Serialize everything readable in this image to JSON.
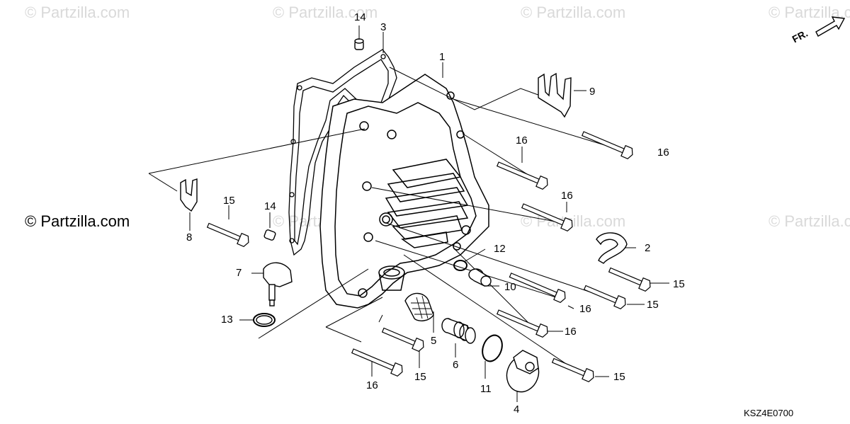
{
  "watermarks": {
    "brand": "© Partzilla.com"
  },
  "direction_label": "FR.",
  "diagram_code": "KSZ4E0700",
  "callouts": [
    {
      "id": "c14a",
      "text": "14"
    },
    {
      "id": "c3",
      "text": "3"
    },
    {
      "id": "c1",
      "text": "1"
    },
    {
      "id": "c9",
      "text": "9"
    },
    {
      "id": "c16a",
      "text": "16"
    },
    {
      "id": "c16b",
      "text": "16"
    },
    {
      "id": "c16c",
      "text": "16"
    },
    {
      "id": "c15a",
      "text": "15"
    },
    {
      "id": "c14b",
      "text": "14"
    },
    {
      "id": "c8",
      "text": "8"
    },
    {
      "id": "c2",
      "text": "2"
    },
    {
      "id": "c12",
      "text": "12"
    },
    {
      "id": "c7",
      "text": "7"
    },
    {
      "id": "c10",
      "text": "10"
    },
    {
      "id": "c15b",
      "text": "15"
    },
    {
      "id": "c15c",
      "text": "15"
    },
    {
      "id": "c16d",
      "text": "16"
    },
    {
      "id": "c13",
      "text": "13"
    },
    {
      "id": "c16e",
      "text": "16"
    },
    {
      "id": "c5",
      "text": "5"
    },
    {
      "id": "c6",
      "text": "6"
    },
    {
      "id": "c15d",
      "text": "15"
    },
    {
      "id": "c11",
      "text": "11"
    },
    {
      "id": "c16f",
      "text": "16"
    },
    {
      "id": "c15e",
      "text": "15"
    },
    {
      "id": "c4",
      "text": "4"
    }
  ]
}
